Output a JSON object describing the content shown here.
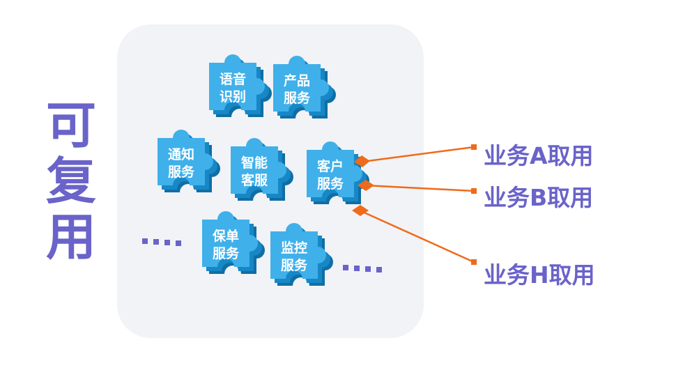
{
  "side_title": [
    "可",
    "复",
    "用"
  ],
  "pieces": [
    {
      "id": "voice",
      "lines": [
        "语音",
        "识别"
      ]
    },
    {
      "id": "product",
      "lines": [
        "产品",
        "服务"
      ]
    },
    {
      "id": "notify",
      "lines": [
        "通知",
        "服务"
      ]
    },
    {
      "id": "smart",
      "lines": [
        "智能",
        "客服"
      ]
    },
    {
      "id": "customer",
      "lines": [
        "客户",
        "服务"
      ]
    },
    {
      "id": "policy",
      "lines": [
        "保单",
        "服务"
      ]
    },
    {
      "id": "monitor",
      "lines": [
        "监控",
        "服务"
      ]
    }
  ],
  "consumers": [
    {
      "label": "业务A取用"
    },
    {
      "label": "业务B取用"
    },
    {
      "label": "业务H取用"
    }
  ],
  "colors": {
    "title": "#6a63c9",
    "panel": "#f2f3f6",
    "piece_front": "#3fb0ea",
    "piece_side": "#1787c6",
    "piece_bottom": "#0f6ea6",
    "connector": "#ef6a1a",
    "dots": "#6a63c9"
  }
}
